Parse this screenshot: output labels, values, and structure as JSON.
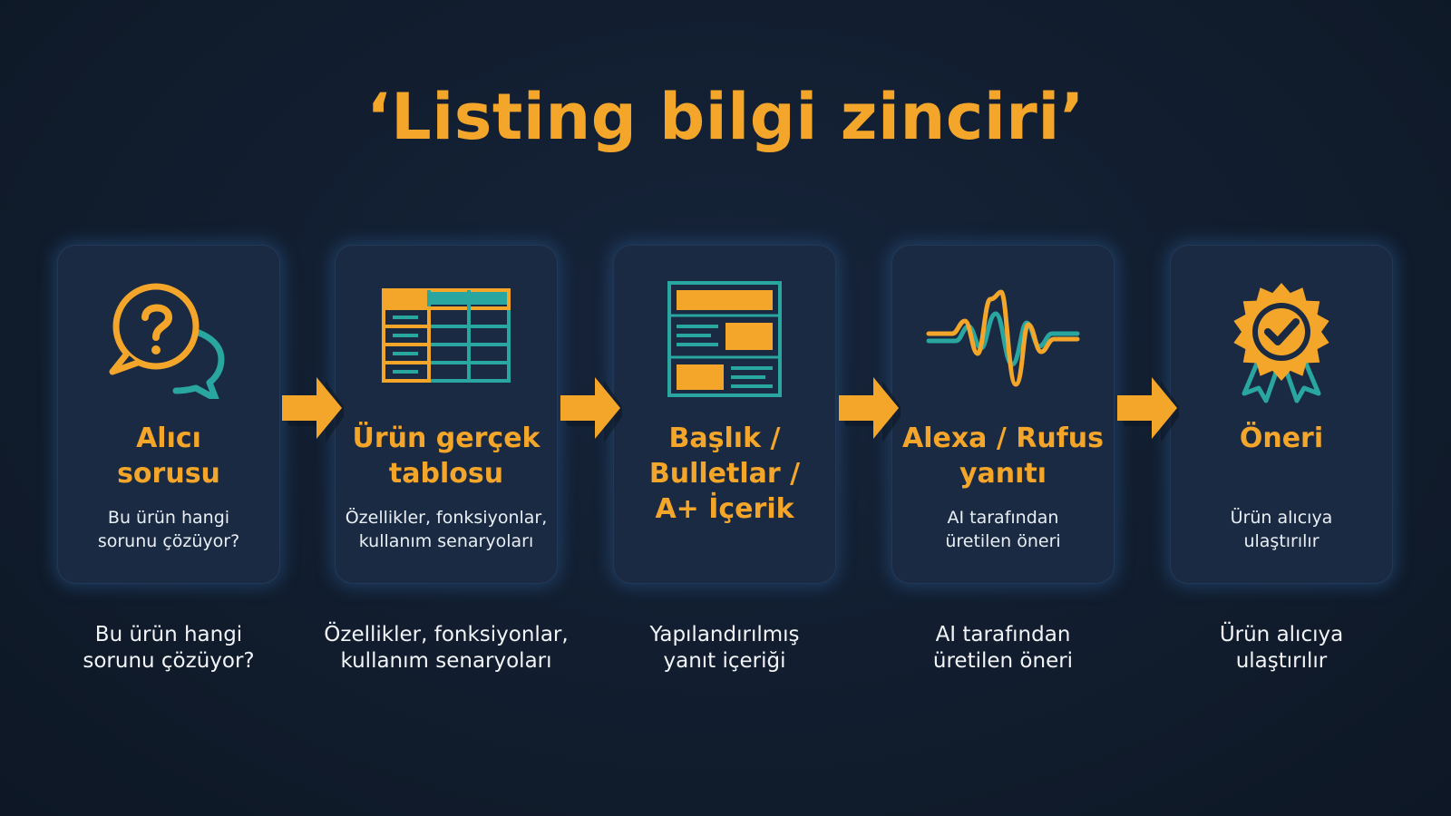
{
  "title": "‘Listing bilgi zinciri’",
  "colors": {
    "accent": "#f4a62a",
    "teal": "#2aa6a0",
    "card_bg": "#1a2a42",
    "background": "#111d2e"
  },
  "steps": [
    {
      "title_line1": "Alıcı",
      "title_line2": "sorusu",
      "title_line3": "",
      "desc_line1": "Bu ürün hangi",
      "desc_line2": "sorunu çözüyor?",
      "below_line1": "Bu ürün hangi",
      "below_line2": "sorunu çözüyor?",
      "icon": "question-chat-icon"
    },
    {
      "title_line1": "Ürün gerçek",
      "title_line2": "tablosu",
      "title_line3": "",
      "desc_line1": "Özellikler, fonksiyonlar,",
      "desc_line2": "kullanım senaryoları",
      "below_line1": "Özellikler, fonksiyonlar,",
      "below_line2": "kullanım senaryoları",
      "icon": "table-icon"
    },
    {
      "title_line1": "Başlık /",
      "title_line2": "Bulletlar /",
      "title_line3": "A+ İçerik",
      "desc_line1": "",
      "desc_line2": "",
      "below_line1": "Yapılandırılmış",
      "below_line2": "yanıt içeriği",
      "icon": "document-layout-icon"
    },
    {
      "title_line1": "Alexa / Rufus",
      "title_line2": "yanıtı",
      "title_line3": "",
      "desc_line1": "AI tarafından",
      "desc_line2": "üretilen öneri",
      "below_line1": "AI tarafından",
      "below_line2": "üretilen öneri",
      "icon": "sound-wave-icon"
    },
    {
      "title_line1": "Öneri",
      "title_line2": "",
      "title_line3": "",
      "desc_line1": "Ürün alıcıya",
      "desc_line2": "ulaştırılır",
      "below_line1": "Ürün alıcıya",
      "below_line2": "ulaştırılır",
      "icon": "award-badge-icon"
    }
  ]
}
